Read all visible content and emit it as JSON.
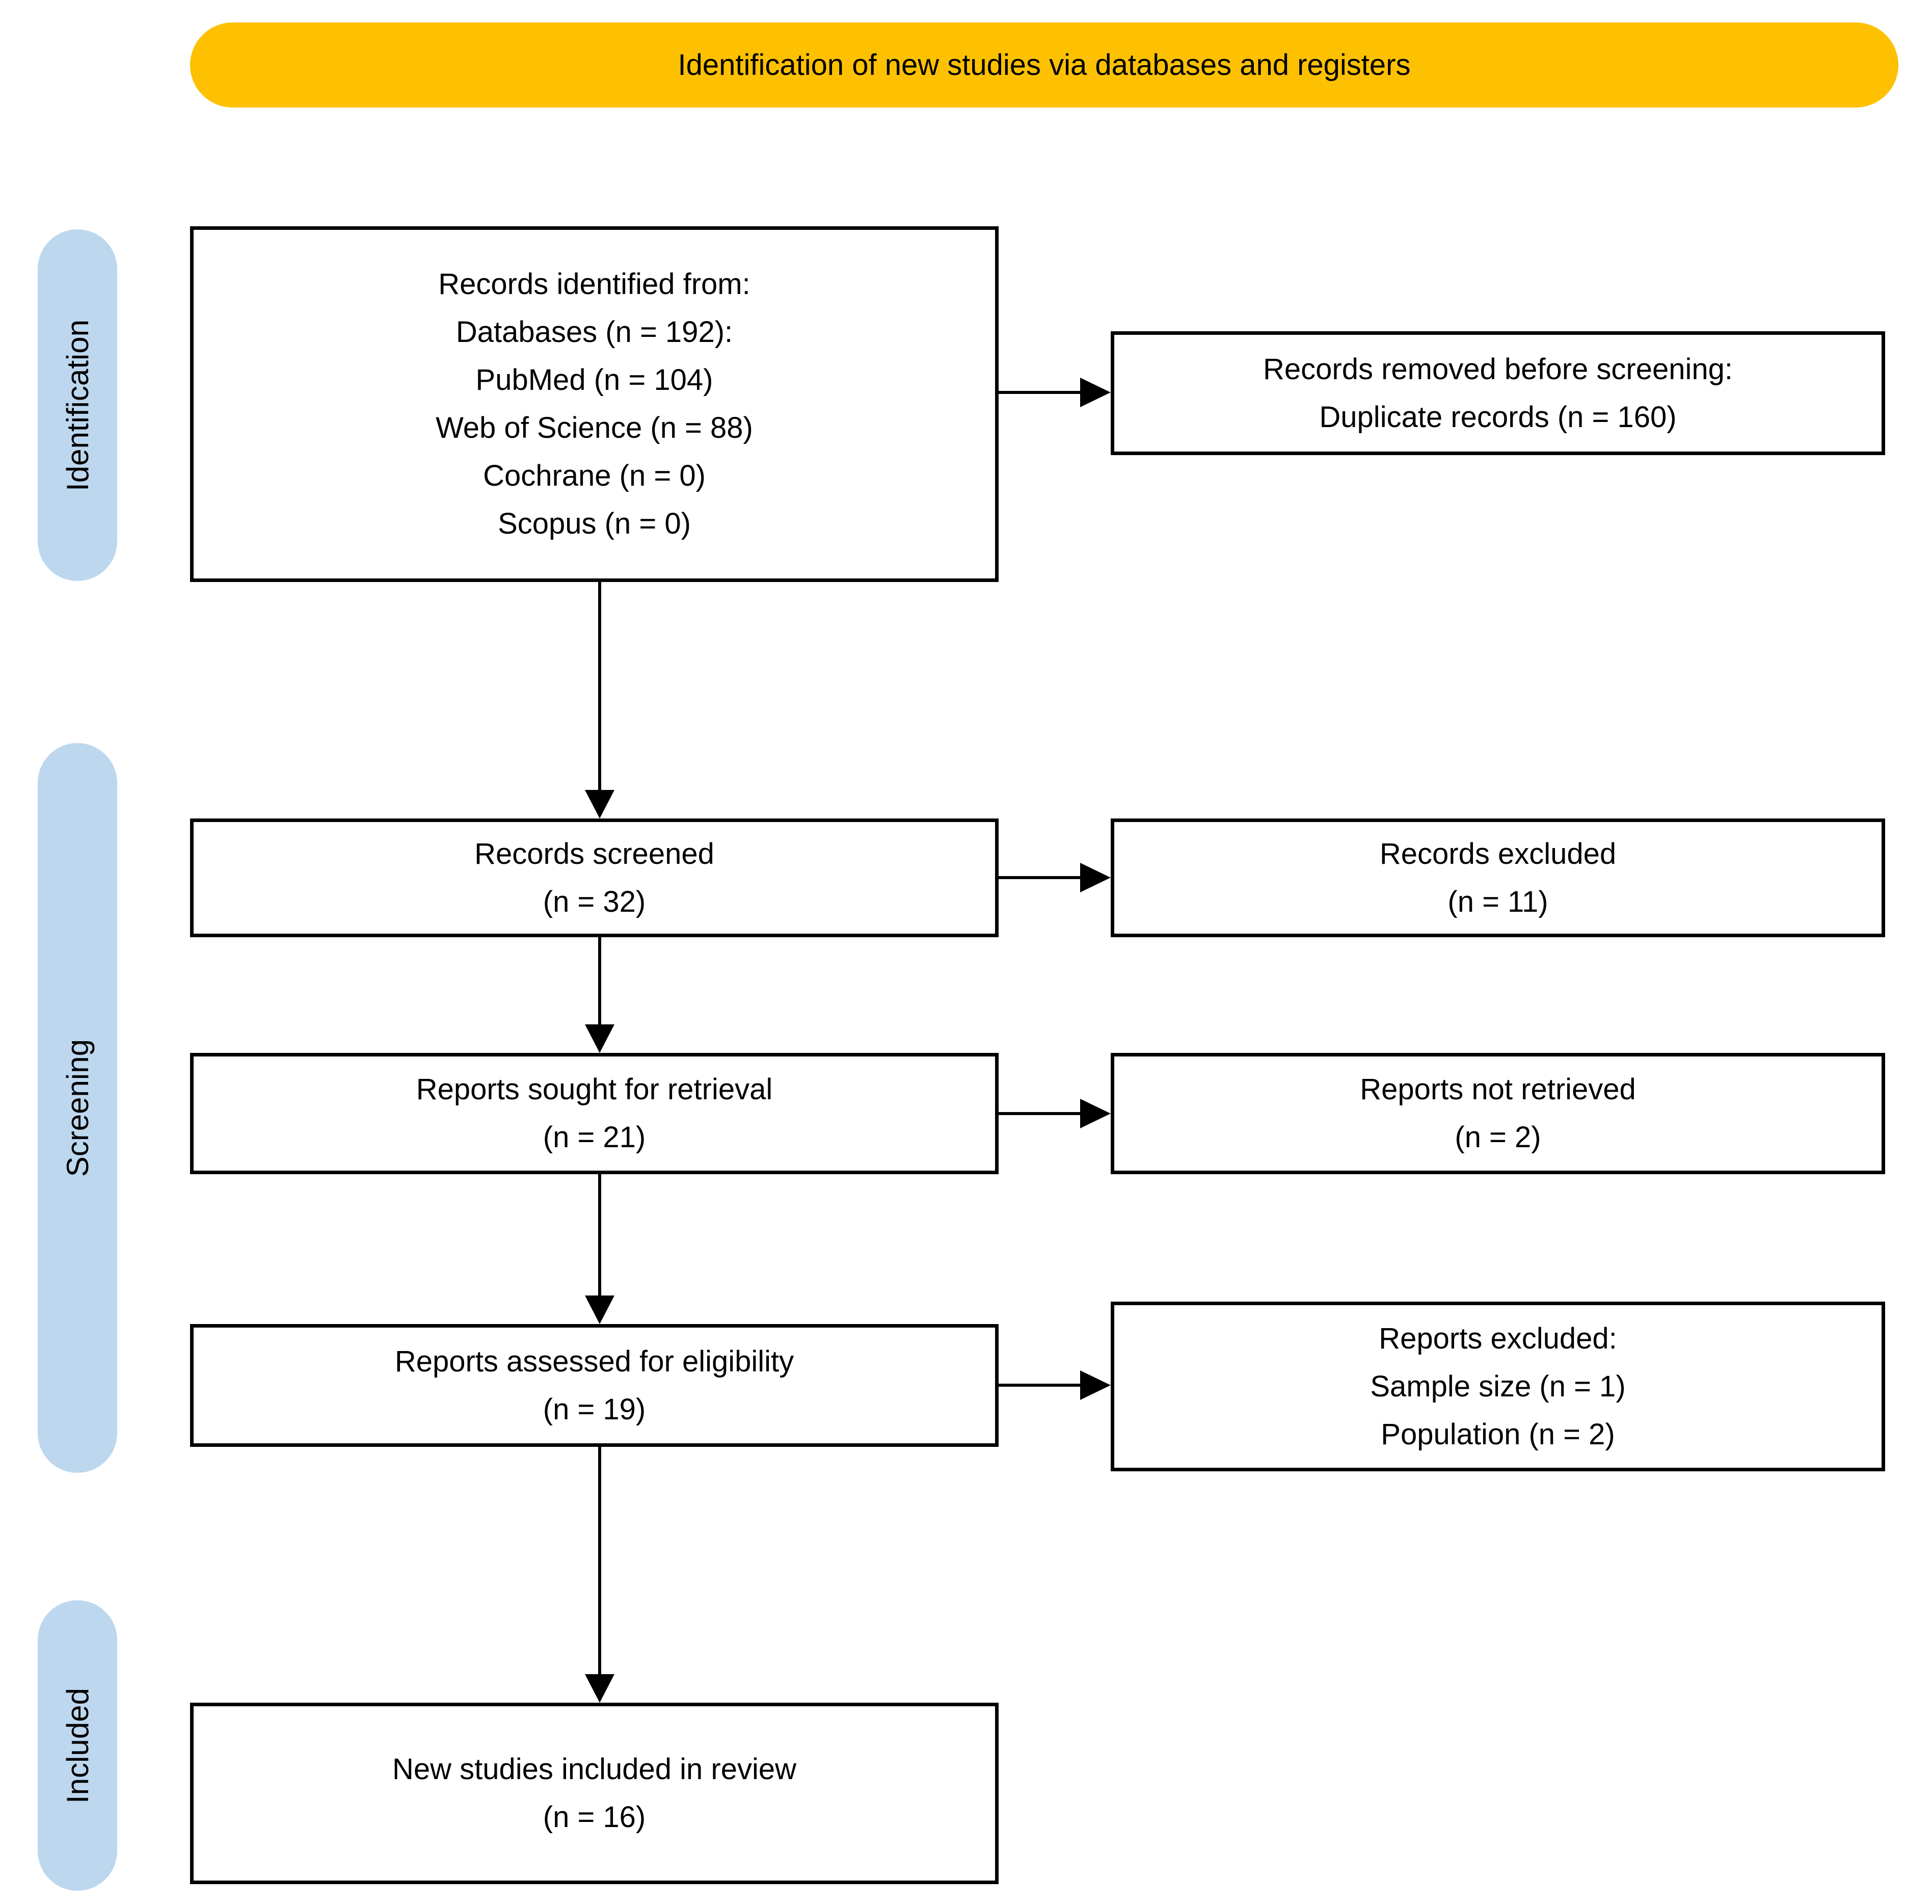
{
  "banner": {
    "label": "Identification of new studies via databases and registers"
  },
  "stages": {
    "identification": "Identification",
    "screening": "Screening",
    "included": "Included"
  },
  "colors": {
    "banner_bg": "#FDC101",
    "stage_bg": "#BDD7EE",
    "line": "#000000",
    "box_bg": "#FFFFFF"
  },
  "flow": {
    "records_identified": {
      "lines": [
        "Records identified from:",
        "Databases (n = 192):",
        "PubMed (n = 104)",
        "Web of Science (n = 88)",
        "Cochrane (n = 0)",
        "Scopus (n = 0)"
      ]
    },
    "records_removed": {
      "lines": [
        "Records removed before screening:",
        "Duplicate records (n = 160)"
      ]
    },
    "records_screened": {
      "lines": [
        "Records screened",
        "(n = 32)"
      ]
    },
    "records_excluded": {
      "lines": [
        "Records excluded",
        "(n = 11)"
      ]
    },
    "reports_sought": {
      "lines": [
        "Reports sought for retrieval",
        "(n = 21)"
      ]
    },
    "reports_not_retrieved": {
      "lines": [
        "Reports not retrieved",
        "(n = 2)"
      ]
    },
    "reports_assessed": {
      "lines": [
        "Reports assessed for eligibility",
        "(n = 19)"
      ]
    },
    "reports_excluded": {
      "lines": [
        "Reports excluded:",
        "Sample size (n = 1)",
        "Population (n = 2)"
      ]
    },
    "new_studies_included": {
      "lines": [
        "New studies included in review",
        "(n = 16)"
      ]
    }
  }
}
